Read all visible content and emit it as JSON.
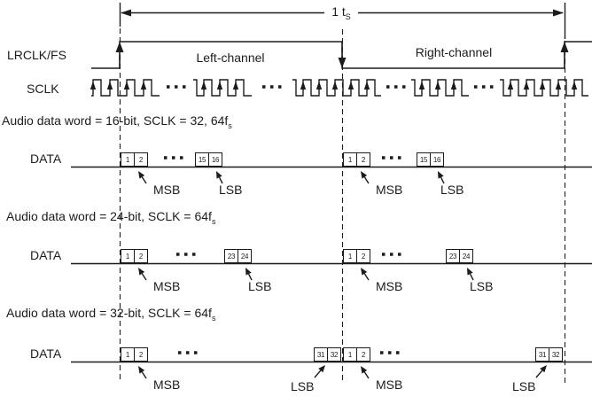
{
  "colors": {
    "ink": "#1c1c1c",
    "background": "#ffffff"
  },
  "period": {
    "label": "1 t",
    "sub": "S"
  },
  "signals": {
    "lrclk_label": "LRCLK/FS",
    "sclk_label": "SCLK",
    "left_channel_label": "Left-channel",
    "right_channel_label": "Right-channel"
  },
  "rows": [
    {
      "header_main": "Audio data word = 16-bit, SCLK = 32, 64f",
      "header_sub": "s",
      "data_label": "DATA",
      "first_bits": [
        "1",
        "2"
      ],
      "last_bits": [
        "15",
        "16"
      ],
      "msb_label": "MSB",
      "lsb_label": "LSB"
    },
    {
      "header_main": "Audio data word = 24-bit, SCLK = 64f",
      "header_sub": "s",
      "data_label": "DATA",
      "first_bits": [
        "1",
        "2"
      ],
      "last_bits": [
        "23",
        "24"
      ],
      "msb_label": "MSB",
      "lsb_label": "LSB"
    },
    {
      "header_main": "Audio data word = 32-bit, SCLK = 64f",
      "header_sub": "s",
      "data_label": "DATA",
      "first_bits": [
        "1",
        "2"
      ],
      "last_bits": [
        "31",
        "32"
      ],
      "msb_label": "MSB",
      "lsb_label": "LSB"
    }
  ]
}
